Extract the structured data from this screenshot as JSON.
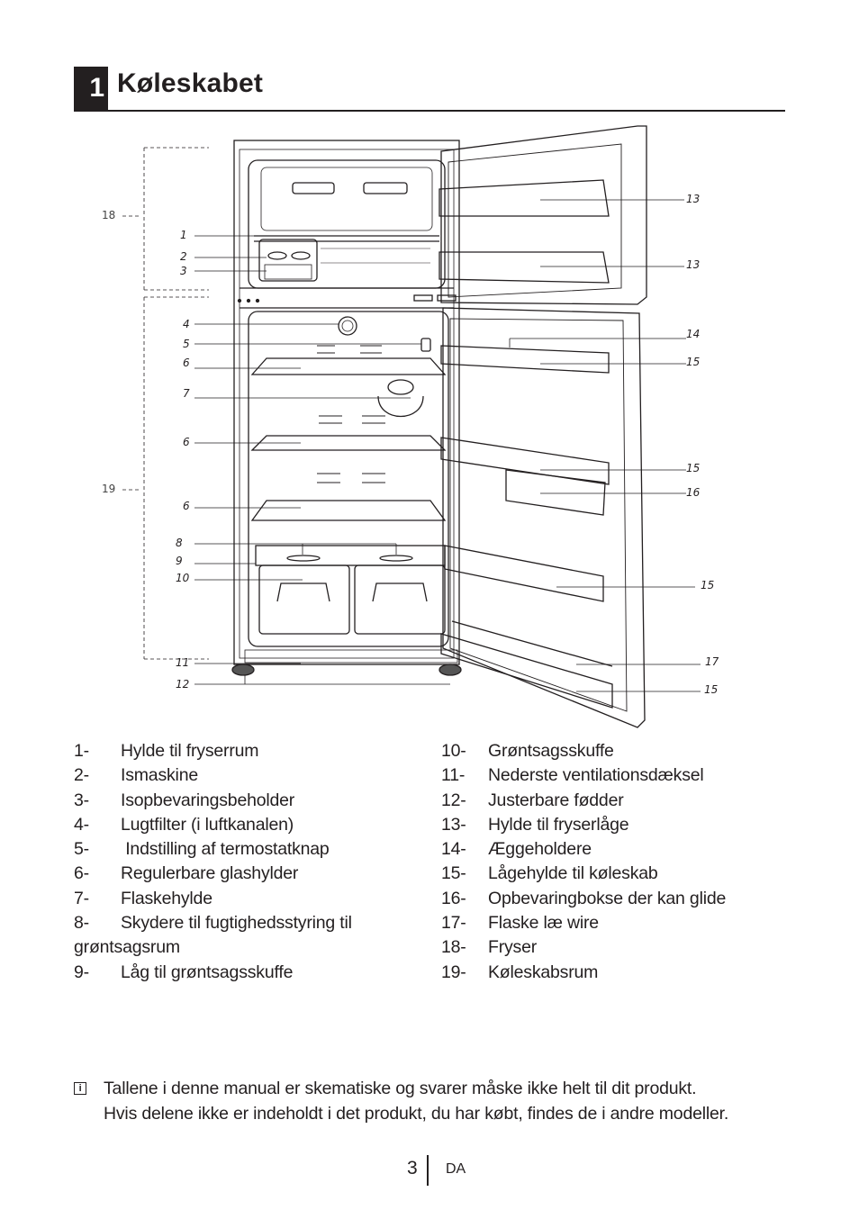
{
  "section": {
    "number": "1",
    "title": "Køleskabet"
  },
  "figure": {
    "callouts": {
      "c1": "1",
      "c2": "2",
      "c3": "3",
      "c4": "4",
      "c5": "5",
      "c6a": "6",
      "c6b": "6",
      "c6c": "6",
      "c7": "7",
      "c8": "8",
      "c9": "9",
      "c10": "10",
      "c11": "11",
      "c12": "12",
      "c13a": "13",
      "c13b": "13",
      "c14": "14",
      "c15a": "15",
      "c15b": "15",
      "c15c": "15",
      "c15d": "15",
      "c16": "16",
      "c17": "17",
      "c18": "18",
      "c19": "19"
    }
  },
  "legend": {
    "left": [
      {
        "num": "1-",
        "text": "Hylde til fryserrum"
      },
      {
        "num": "2-",
        "text": "Ismaskine"
      },
      {
        "num": "3-",
        "text": "Isopbevaringsbeholder"
      },
      {
        "num": "4-",
        "text": "Lugtfilter (i luftkanalen)"
      },
      {
        "num": "5-",
        "text": " Indstilling af termostatknap"
      },
      {
        "num": "6-",
        "text": "Regulerbare glashylder"
      },
      {
        "num": "7-",
        "text": "Flaskehylde"
      },
      {
        "num": "8-",
        "text": "Skydere til fugtighedsstyring til",
        "cont": "grøntsagsrum"
      },
      {
        "num": "9-",
        "text": "Låg til grøntsagsskuffe"
      }
    ],
    "right": [
      {
        "num": "10-",
        "text": "Grøntsagsskuffe"
      },
      {
        "num": "11-",
        "text": "Nederste ventilationsdæksel"
      },
      {
        "num": "12-",
        "text": "Justerbare fødder"
      },
      {
        "num": "13-",
        "text": "Hylde til fryserlåge"
      },
      {
        "num": "14-",
        "text": "Æggeholdere"
      },
      {
        "num": "15-",
        "text": "Lågehylde til køleskab"
      },
      {
        "num": "16-",
        "text": "Opbevaringbokse der kan glide"
      },
      {
        "num": "17-",
        "text": "Flaske læ wire"
      },
      {
        "num": "18-",
        "text": "Fryser"
      },
      {
        "num": "19-",
        "text": "Køleskabsrum"
      }
    ]
  },
  "note": {
    "icon": "info-icon",
    "line1": "Tallene i denne manual er skematiske og svarer måske ikke helt til dit produkt.",
    "line2": "Hvis delene ikke er indeholdt i det produkt, du har købt, findes de i andre modeller."
  },
  "footer": {
    "page": "3",
    "lang": "DA"
  }
}
